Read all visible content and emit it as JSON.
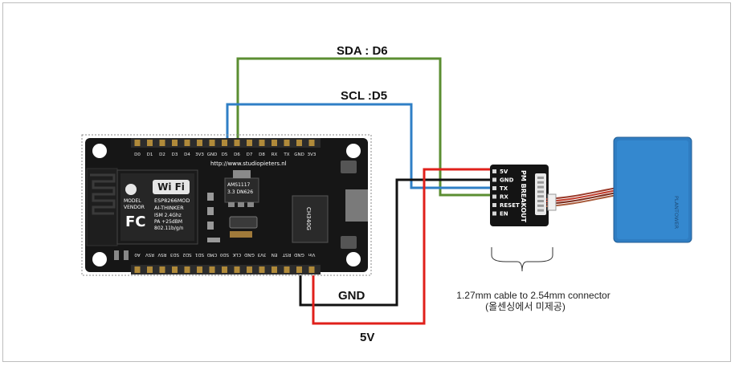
{
  "wires": {
    "sda_label": "SDA : D6",
    "scl_label": "SCL :D5",
    "gnd_label": "GND",
    "v5_label": "5V",
    "colors": {
      "sda": "#5b8e32",
      "scl": "#2f7fc6",
      "gnd": "#111111",
      "v5": "#e0201b"
    }
  },
  "nodemcu": {
    "top_pins": [
      "D0",
      "D1",
      "D2",
      "D3",
      "D4",
      "3V3",
      "GND",
      "D5",
      "D6",
      "D7",
      "D8",
      "RX",
      "TX",
      "GND",
      "3V3"
    ],
    "bottom_pins": [
      "A0",
      "RSV",
      "RSV",
      "SD3",
      "SD2",
      "SD1",
      "CMD",
      "SD0",
      "CLK",
      "GND",
      "3V3",
      "EN",
      "RST",
      "GND",
      "Vin"
    ],
    "url": "http://www.studiopieters.nl",
    "regulator_line1": "AMS1117",
    "regulator_line2": "3.3 DN626",
    "usb_chip": "CH340G",
    "wifi_logo": "Wi Fi",
    "module_line1": "ESP8266MOD",
    "module_line2": "AI-THINKER",
    "module_line3": "ISM    2.4Ghz",
    "module_line4": "PA     +25dBM",
    "module_line5": "802.11b/g/n",
    "model_label": "MODEL",
    "vendor_label": "VENDOR",
    "fc_mark": "FC"
  },
  "breakout": {
    "title": "PM BREAKOUT",
    "pins": [
      "5V",
      "GND",
      "TX",
      "RX",
      "RESET",
      "EN"
    ]
  },
  "sensor": {
    "brand": "PLANTOWER"
  },
  "caption": {
    "line1": "1.27mm cable to 2.54mm connector",
    "line2": "(올센싱에서 미제공)"
  }
}
